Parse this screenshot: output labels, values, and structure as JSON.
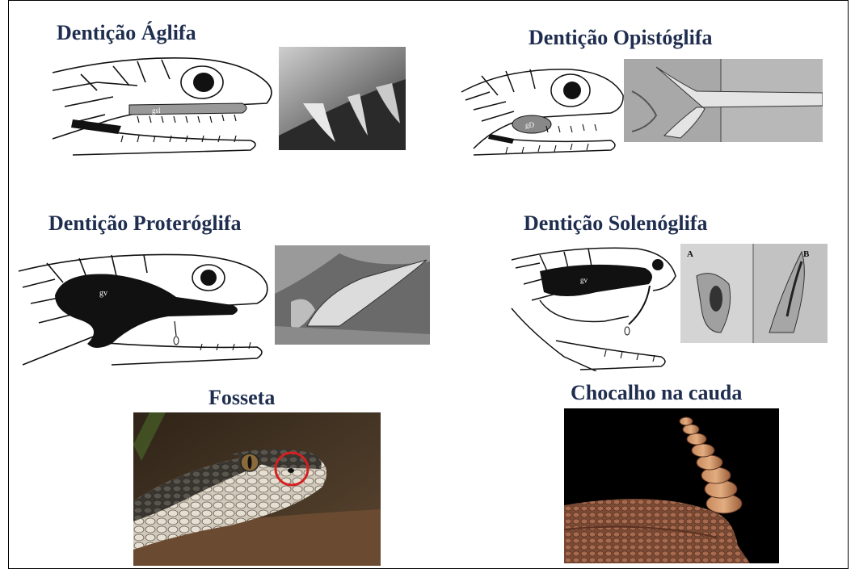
{
  "titles": {
    "aglifa": "Dentição Áglifa",
    "opistoglifa": "Dentição Opistóglifa",
    "proteroglifa": "Dentição Proteróglifa",
    "solenoglifa": "Dentição Solenóglifa",
    "fosseta": "Fosseta",
    "chocalho": "Chocalho na cauda"
  },
  "labels": {
    "gland_aglifa": "gsl",
    "gland_opistoglifa": "gD",
    "gland_proteroglifa": "gv",
    "gland_solenoglifa": "gv",
    "micrograph_a": "A",
    "micrograph_b": "B"
  },
  "colors": {
    "title": "#1f2d4f",
    "border": "#000000",
    "highlight_circle": "#d42020"
  }
}
